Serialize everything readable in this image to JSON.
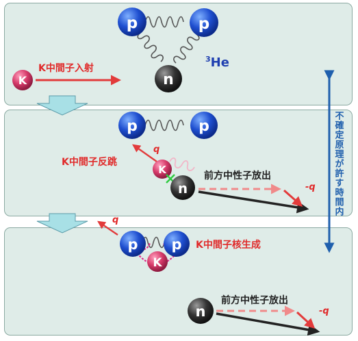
{
  "colors": {
    "panel_bg": "#dfece8",
    "panel_border": "#8aa9a1",
    "proton_blue": "#1f4fd0",
    "neutron_dark": "#333333",
    "kaon_pink": "#d63a6a",
    "red_text": "#e02a2a",
    "arrow_red": "#e23b3b",
    "dashed_pink": "#f08a8a",
    "time_blue": "#1f5fad",
    "step_arrow": "#a8e0e6"
  },
  "particles": {
    "proton": "p",
    "neutron": "n",
    "kaon": "K"
  },
  "panel1": {
    "incident_label": "K中間子入射",
    "nucleus_base": "He",
    "nucleus_sup": "3"
  },
  "panel2": {
    "kaon_recoil_label": "K中間子反跳",
    "q_label": "q",
    "forward_neutron_label": "前方中性子放出",
    "minus_q_label": "-q"
  },
  "panel3": {
    "q_label": "q",
    "kaon_nucleus_label": "K中間子核生成",
    "forward_neutron_label": "前方中性子放出",
    "minus_q_label": "-q"
  },
  "time_annotation": "不確定原理が許す時間内"
}
